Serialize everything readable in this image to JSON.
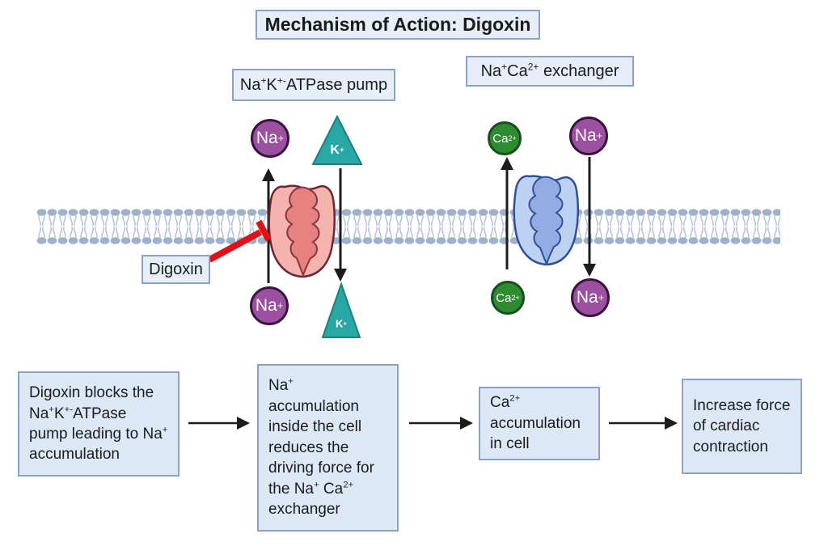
{
  "title": {
    "segments": [
      {
        "t": "Mechanism of Action: Digoxin"
      }
    ]
  },
  "labels": {
    "pump": [
      {
        "t": "Na"
      },
      {
        "s": "+"
      },
      {
        "t": "K"
      },
      {
        "s": "+-"
      },
      {
        "t": "ATPase pump"
      }
    ],
    "exchanger": [
      {
        "t": "Na"
      },
      {
        "s": "+"
      },
      {
        "t": "Ca"
      },
      {
        "s": "2+"
      },
      {
        "t": " exchanger"
      }
    ],
    "digoxin": [
      {
        "t": "Digoxin"
      }
    ]
  },
  "ions": {
    "na": {
      "base": "Na",
      "sup": "+"
    },
    "k": {
      "base": "K",
      "sup": "+"
    },
    "ca": {
      "base": "Ca",
      "sup": "2+"
    }
  },
  "flow": [
    {
      "segments": [
        {
          "t": "Digoxin blocks the Na"
        },
        {
          "s": "+"
        },
        {
          "t": "K"
        },
        {
          "s": "+-"
        },
        {
          "t": "ATPase pump leading to Na"
        },
        {
          "s": "+"
        },
        {
          "t": " accumulation"
        }
      ]
    },
    {
      "segments": [
        {
          "t": "Na"
        },
        {
          "s": "+"
        },
        {
          "t": " accumulation inside the cell reduces the driving force for the Na"
        },
        {
          "s": "+"
        },
        {
          "t": " Ca"
        },
        {
          "s": "2+"
        },
        {
          "t": " exchanger"
        }
      ]
    },
    {
      "segments": [
        {
          "t": "Ca"
        },
        {
          "s": "2+"
        },
        {
          "t": " accumulation in cell"
        }
      ]
    },
    {
      "segments": [
        {
          "t": "Increase force of cardiac contraction"
        }
      ]
    }
  ],
  "colors": {
    "box_fill": "#e7eefa",
    "flow_box_fill": "#dde8f6",
    "box_border": "#8ba2c8",
    "na_fill": "#9b519f",
    "na_border": "#3a1340",
    "ca_fill": "#2e8b31",
    "ca_border": "#15501a",
    "k_fill": "#29a7a4",
    "k_border": "#178280",
    "pump_fill": "#f5b3ae",
    "pump_inner": "#e5827d",
    "pump_outline": "#6f2433",
    "exchanger_fill": "#bdd1f2",
    "exchanger_inner": "#93ace3",
    "exchanger_outline": "#30519a",
    "membrane": "#9db1c9",
    "arrow": "#1c1c1c",
    "inhibitor_red": "#e01117"
  }
}
